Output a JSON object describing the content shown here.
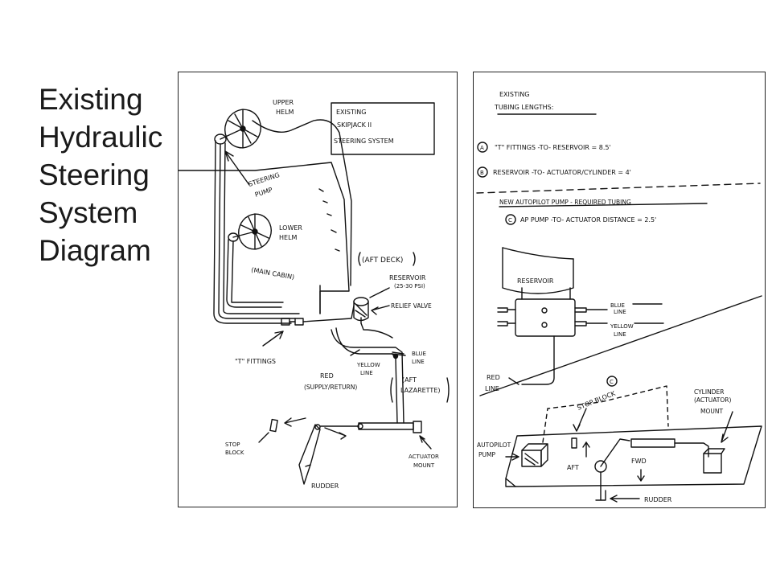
{
  "slide": {
    "title": "Existing\nHydraulic\nSteering\nSystem\nDiagram"
  },
  "left_sketch": {
    "box_label_1": "EXISTING",
    "box_label_2": "SKIPJACK II",
    "box_label_3": "STEERING SYSTEM",
    "upper_helm_1": "UPPER",
    "upper_helm_2": "HELM",
    "steering_pump_1": "STEERING",
    "steering_pump_2": "PUMP",
    "lower_helm_1": "LOWER",
    "lower_helm_2": "HELM",
    "main_cabin": "(MAIN CABIN)",
    "aft_deck": "(AFT DECK)",
    "reservoir_1": "RESERVOIR",
    "reservoir_2": "(25-30 PSI)",
    "relief_valve": "RELIEF VALVE",
    "t_fittings": "\"T\" FITTINGS",
    "yellow_line_1": "YELLOW",
    "yellow_line_2": "LINE",
    "blue_line_1": "BLUE",
    "blue_line_2": "LINE",
    "red_1": "RED",
    "red_2": "(SUPPLY/RETURN)",
    "aft_lazarette_1": "(AFT",
    "aft_lazarette_2": "LAZARETTE)",
    "stop_block_1": "STOP",
    "stop_block_2": "BLOCK",
    "actuator_mount_1": "ACTUATOR",
    "actuator_mount_2": "MOUNT",
    "rudder": "RUDDER"
  },
  "right_sketch": {
    "heading_1": "EXISTING",
    "heading_2": "TUBING LENGTHS:",
    "item_a_marker": "A",
    "item_a": "\"T\" FITTINGS -TO- RESERVOIR = 8.5'",
    "item_b_marker": "B",
    "item_b": "RESERVOIR -TO- ACTUATOR/CYLINDER = 4'",
    "new_heading": "NEW AUTOPILOT PUMP - REQUIRED TUBING",
    "item_c_marker": "C",
    "item_c": "AP PUMP -TO- ACTUATOR DISTANCE = 2.5'",
    "reservoir": "RESERVOIR",
    "blue_line_1": "BLUE",
    "blue_line_2": "LINE",
    "yellow_line_1": "YELLOW",
    "yellow_line_2": "LINE",
    "red_line_1": "RED",
    "red_line_2": "LINE",
    "c_marker": "C",
    "stop_block": "STOP BLOCK",
    "cylinder_1": "CYLINDER",
    "cylinder_2": "(ACTUATOR)",
    "cylinder_3": "MOUNT",
    "autopilot_pump_1": "AUTOPILOT",
    "autopilot_pump_2": "PUMP",
    "aft": "AFT",
    "fwd": "FWD",
    "rudder": "RUDDER"
  }
}
